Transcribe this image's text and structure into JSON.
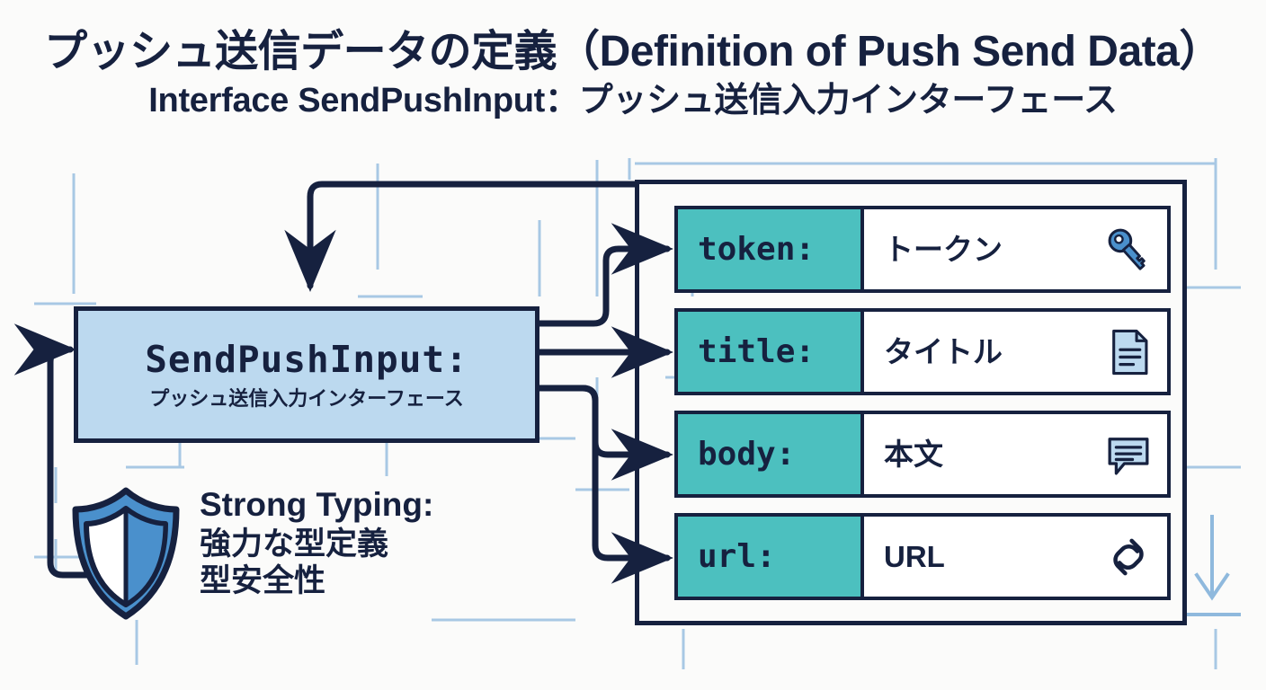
{
  "header": {
    "title_ja": "プッシュ送信データの定義（Definition of Push Send Data）",
    "subtitle": "Interface SendPushInput：プッシュ送信入力インターフェース"
  },
  "interface_box": {
    "name": "SendPushInput:",
    "description_ja": "プッシュ送信入力インターフェース"
  },
  "fields": [
    {
      "key": "token:",
      "value_ja": "トークン",
      "icon": "key-icon"
    },
    {
      "key": "title:",
      "value_ja": "タイトル",
      "icon": "document-icon"
    },
    {
      "key": "body:",
      "value_ja": "本文",
      "icon": "speech-bubble-icon"
    },
    {
      "key": "url:",
      "value_ja": "URL",
      "icon": "link-icon"
    }
  ],
  "note": {
    "title": "Strong Typing:",
    "line1": "強力な型定義",
    "line2": "型安全性",
    "icon": "shield-icon"
  },
  "colors": {
    "background": "#fbfbfa",
    "ink": "#16213f",
    "interface_fill": "#bcd9ef",
    "field_key_fill": "#4cc0bf",
    "field_value_fill": "#ffffff",
    "icon_blue": "#4a90cc",
    "icon_light_blue": "#bcd9ef",
    "blueprint_guide": "#a8c8e4"
  }
}
